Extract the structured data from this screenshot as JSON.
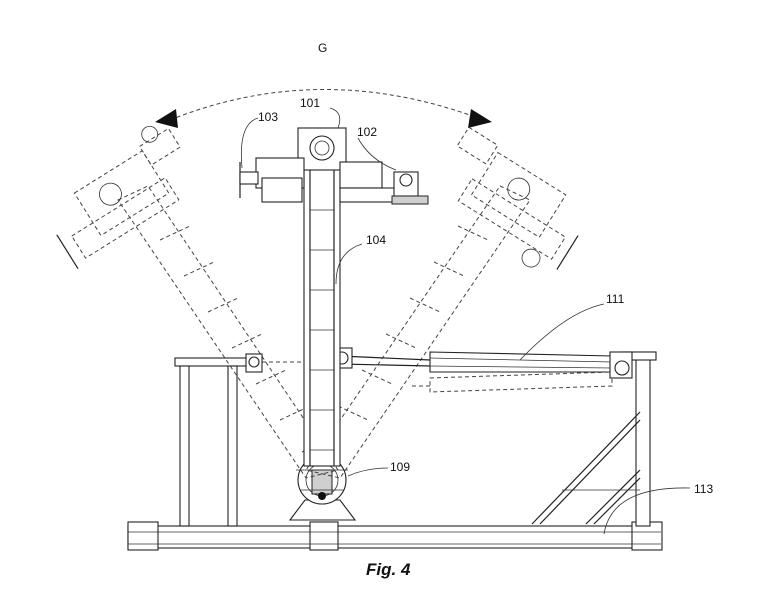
{
  "figure": {
    "caption": "Fig. 4",
    "labels": {
      "g": "G",
      "ref_101": "101",
      "ref_102": "102",
      "ref_103": "103",
      "ref_104": "104",
      "ref_109": "109",
      "ref_111": "111",
      "ref_113": "113"
    }
  },
  "colors": {
    "line": "#222222",
    "background": "#ffffff"
  }
}
